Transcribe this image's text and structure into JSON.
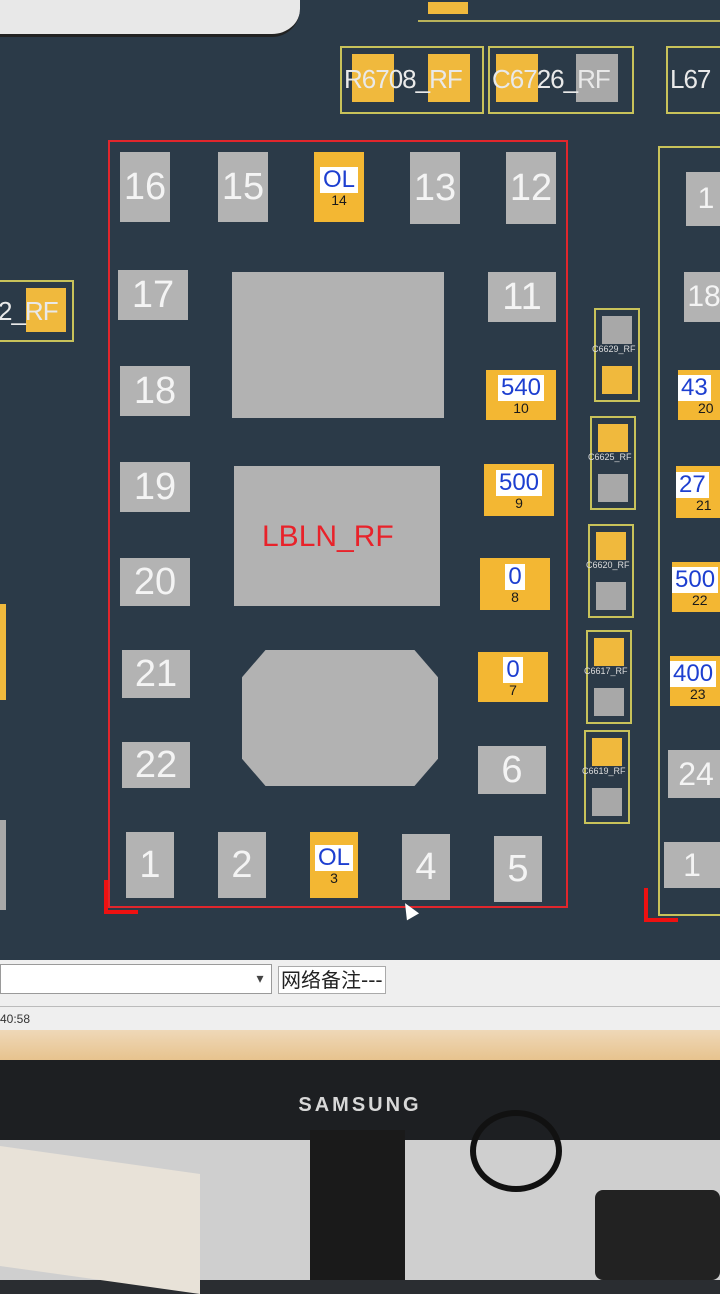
{
  "board": {
    "top_refs": [
      "R6708_RF",
      "C6726_RF",
      "L67"
    ],
    "left_ref": "2_RF",
    "main_component": "LBLN_RF",
    "pins": {
      "p16": "16",
      "p15": "15",
      "p13": "13",
      "p12": "12",
      "p17": "17",
      "p11": "11",
      "p18": "18",
      "p19": "19",
      "p20": "20",
      "p21": "21",
      "p22": "22",
      "p6": "6",
      "p1": "1",
      "p2": "2",
      "p4": "4",
      "p5": "5"
    },
    "orange_pins": {
      "p14": {
        "value": "OL",
        "num": "14"
      },
      "p3": {
        "value": "OL",
        "num": "3"
      },
      "p10": {
        "value": "540",
        "num": "10"
      },
      "p9": {
        "value": "500",
        "num": "9"
      },
      "p8": {
        "value": "0",
        "num": "8"
      },
      "p7": {
        "value": "0",
        "num": "7"
      }
    },
    "small_caps": [
      "C6629_RF",
      "C6625_RF",
      "C6620_RF",
      "C6617_RF",
      "C6619_RF"
    ],
    "right_pins": [
      {
        "value": "43",
        "num": "20"
      },
      {
        "value": "27",
        "num": "21"
      },
      {
        "value": "500",
        "num": "22"
      },
      {
        "value": "400",
        "num": "23"
      }
    ],
    "right_gray_pins": [
      "1",
      "18",
      "24",
      "1"
    ]
  },
  "toolbar": {
    "net_select_value": "",
    "net_note": "网络备注---",
    "time": "40:58"
  },
  "monitor": {
    "brand": "SAMSUNG"
  },
  "colors": {
    "pcb": "#2b3a48",
    "pad": "#f0b93d",
    "outline": "#e1262c"
  }
}
